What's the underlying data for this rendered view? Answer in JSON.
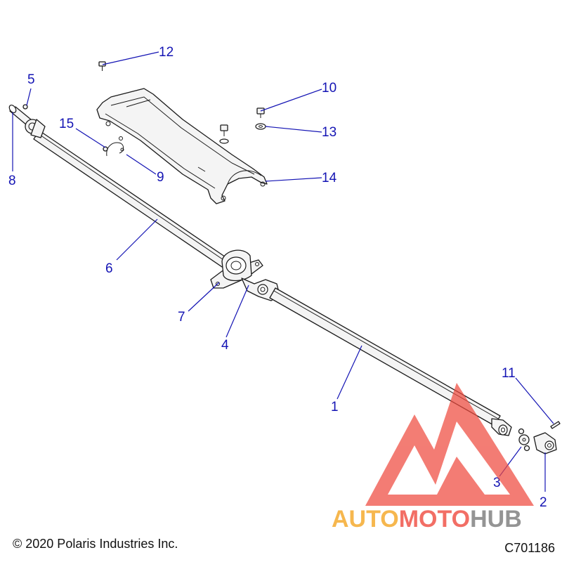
{
  "figure": {
    "callouts": [
      {
        "label": "1",
        "part": "front propshaft tube"
      },
      {
        "label": "2",
        "part": "yoke"
      },
      {
        "label": "3",
        "part": "u-joint"
      },
      {
        "label": "4",
        "part": "u-joint center"
      },
      {
        "label": "5",
        "part": "grease fitting"
      },
      {
        "label": "6",
        "part": "rear propshaft tube"
      },
      {
        "label": "7",
        "part": "carrier bearing"
      },
      {
        "label": "8",
        "part": "slip yoke"
      },
      {
        "label": "9",
        "part": "clamp"
      },
      {
        "label": "10",
        "part": "bolt"
      },
      {
        "label": "11",
        "part": "roll pin"
      },
      {
        "label": "12",
        "part": "screw"
      },
      {
        "label": "13",
        "part": "washer"
      },
      {
        "label": "14",
        "part": "driveshaft shield"
      },
      {
        "label": "15",
        "part": "push rivet"
      }
    ],
    "copyright": "© 2020 Polaris Industries Inc.",
    "diagram_code": "C701186"
  },
  "watermark": {
    "part1": "AUTO",
    "part2": "MOTO",
    "part3": "HUB",
    "color_orange": "#f5a623",
    "color_red": "#ef4b3f",
    "color_gray": "#7a7a7a"
  }
}
